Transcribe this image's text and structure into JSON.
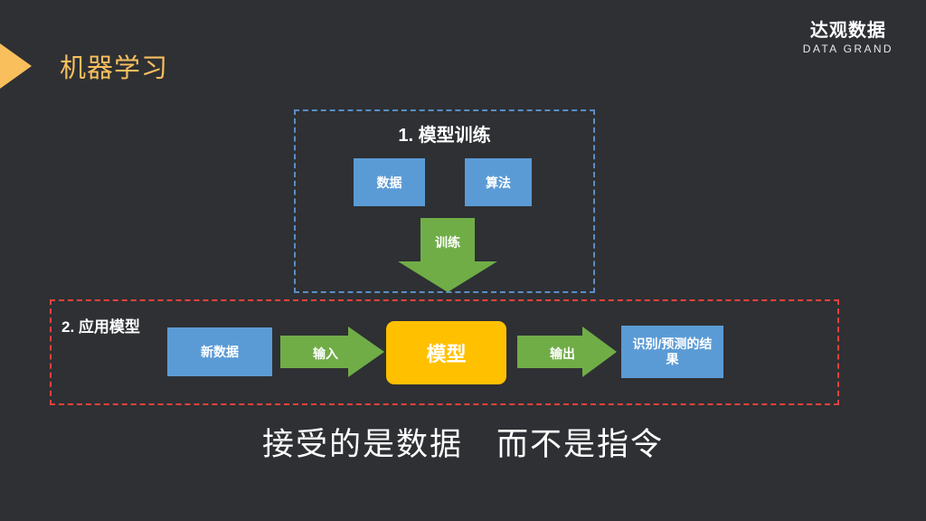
{
  "slide": {
    "background_color": "#2e3034",
    "title": "机器学习",
    "title_color": "#f7bf5e",
    "marker_icon": "triangle-right-icon",
    "marker_color": "#f9bf5c"
  },
  "logo": {
    "name_cn": "达观数据",
    "name_en": "DATA GRAND",
    "color": "#ffffff"
  },
  "sections": {
    "training": {
      "heading": "1. 模型训练",
      "border_color": "#5b8ec4",
      "boxes": [
        {
          "label": "数据",
          "color": "#5b9bd5"
        },
        {
          "label": "算法",
          "color": "#5b9bd5"
        }
      ],
      "arrow": {
        "label": "训练",
        "direction": "down",
        "color": "#70ad47"
      }
    },
    "application": {
      "heading": "2. 应用模型",
      "border_color": "#e8413c",
      "input_box": {
        "label": "新数据",
        "color": "#5b9bd5"
      },
      "model_box": {
        "label": "模型",
        "color": "#ffc000"
      },
      "result_box": {
        "label": "识别/预测的结果",
        "color": "#5b9bd5"
      },
      "arrows": [
        {
          "label": "输入",
          "direction": "right",
          "color": "#70ad47"
        },
        {
          "label": "输出",
          "direction": "right",
          "color": "#70ad47"
        }
      ]
    }
  },
  "caption": {
    "text": "接受的是数据　而不是指令",
    "color": "#ffffff"
  }
}
